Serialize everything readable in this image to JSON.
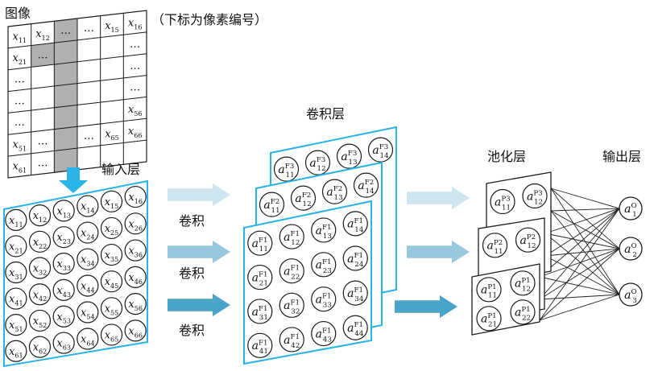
{
  "labels": {
    "image_title": "图像",
    "image_note": "（下标为像素编号）",
    "input_layer": "输入层",
    "conv_layer": "卷积层",
    "pool_layer": "池化层",
    "output_layer": "输出层",
    "conv_arrow_labels": [
      "卷积",
      "卷积",
      "卷积"
    ]
  },
  "image_grid": {
    "rows": 7,
    "cols": 6,
    "cells": [
      [
        "x11",
        "x12",
        "…",
        "…",
        "x15",
        "x16"
      ],
      [
        "x21",
        "…",
        "",
        "",
        "",
        "…"
      ],
      [
        "…",
        "",
        "",
        "",
        "",
        "…"
      ],
      [
        "…",
        "",
        "",
        "",
        "",
        "…"
      ],
      [
        "…",
        "",
        "",
        "",
        "",
        "x56"
      ],
      [
        "x51",
        "…",
        "",
        "…",
        "x65",
        "x66"
      ],
      [
        "x61",
        "…",
        "",
        "",
        "",
        ""
      ]
    ],
    "shaded_cells": [
      [
        0,
        2
      ],
      [
        1,
        1
      ],
      [
        1,
        2
      ],
      [
        2,
        2
      ],
      [
        3,
        2
      ],
      [
        4,
        2
      ],
      [
        5,
        2
      ],
      [
        6,
        2
      ]
    ]
  },
  "input_neurons": [
    [
      "x11",
      "x12",
      "x13",
      "x14",
      "x15",
      "x16"
    ],
    [
      "x21",
      "x22",
      "x23",
      "x24",
      "x25",
      "x26"
    ],
    [
      "x31",
      "x32",
      "x33",
      "x34",
      "x35",
      "x36"
    ],
    [
      "x41",
      "x42",
      "x43",
      "x44",
      "x45",
      "x46"
    ],
    [
      "x51",
      "x52",
      "x53",
      "x54",
      "x55",
      "x56"
    ],
    [
      "x61",
      "x62",
      "x63",
      "x64",
      "x65",
      "x66"
    ]
  ],
  "feature_maps": [
    {
      "name": "F3",
      "visible": [
        [
          "11",
          "12",
          "13",
          "14"
        ]
      ]
    },
    {
      "name": "F2",
      "visible": [
        [
          "11",
          "12",
          "13",
          "14"
        ]
      ]
    },
    {
      "name": "F1",
      "visible": [
        [
          "11",
          "12",
          "13",
          "14"
        ],
        [
          "21",
          "22",
          "23",
          "24"
        ],
        [
          "31",
          "32",
          "33",
          "34"
        ],
        [
          "41",
          "42",
          "43",
          "44"
        ]
      ]
    }
  ],
  "pool_maps": [
    {
      "name": "P3",
      "visible": [
        [
          "11",
          "12"
        ]
      ]
    },
    {
      "name": "P2",
      "visible": [
        [
          "11",
          "12"
        ]
      ]
    },
    {
      "name": "P1",
      "visible": [
        [
          "11",
          "12"
        ],
        [
          "21",
          "22"
        ]
      ]
    }
  ],
  "output_neurons": [
    {
      "sup": "O",
      "sub": "1"
    },
    {
      "sup": "O",
      "sub": "2"
    },
    {
      "sup": "O",
      "sub": "3"
    }
  ],
  "colors": {
    "accent": "#29b3e6",
    "arrow_light": "#cfe6f1",
    "arrow_mid": "#98c8de",
    "arrow_dark": "#4aa3c8",
    "shade": "#b0b0b0",
    "stroke": "#1a1a1a"
  }
}
